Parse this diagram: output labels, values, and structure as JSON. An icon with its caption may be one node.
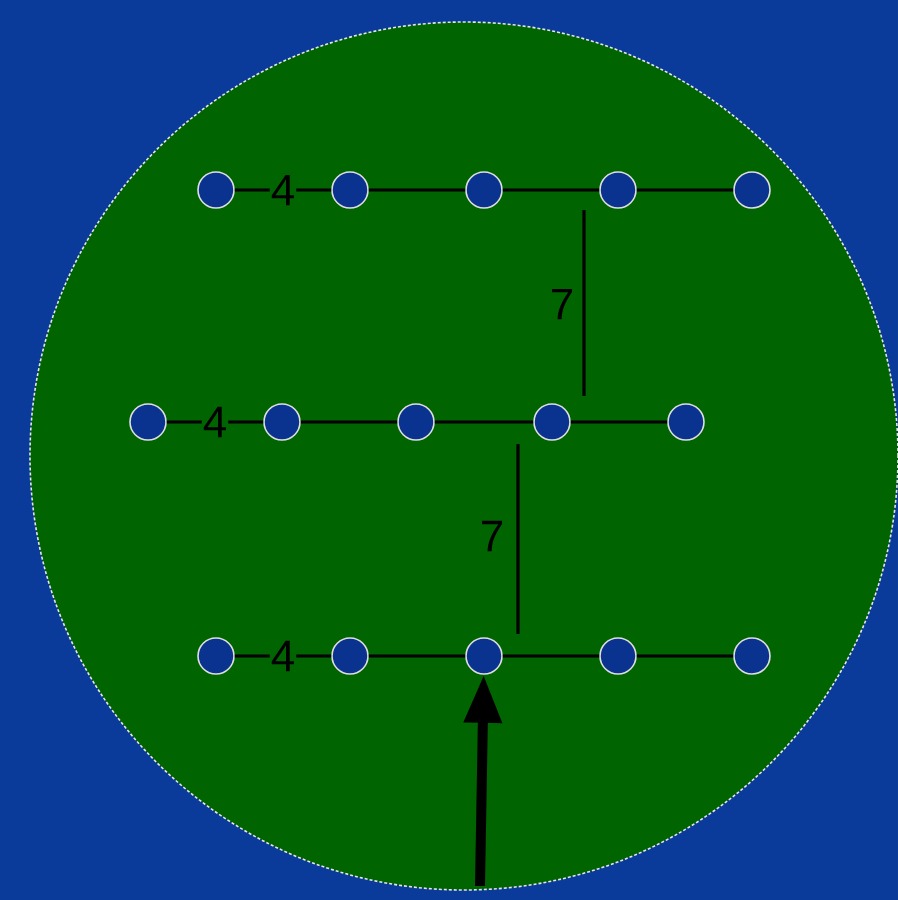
{
  "diagram": {
    "nodes": [
      {
        "text": [],
        "shape": "circle"
      },
      {
        "text": [],
        "shape": "circle"
      },
      {
        "text": [],
        "shape": "circle"
      },
      {
        "text": [],
        "shape": "circle"
      },
      {
        "text": [],
        "shape": "circle"
      },
      {
        "text": [],
        "shape": "circle"
      },
      {
        "text": [],
        "shape": "circle"
      },
      {
        "text": [],
        "shape": "circle"
      },
      {
        "text": [],
        "shape": "circle"
      },
      {
        "text": [],
        "shape": "circle"
      },
      {
        "text": [],
        "shape": "circle"
      },
      {
        "text": [],
        "shape": "circle"
      },
      {
        "text": [],
        "shape": "circle"
      },
      {
        "text": [],
        "shape": "circle"
      },
      {
        "text": [],
        "shape": "circle"
      }
    ],
    "edges": [
      {
        "from": 0,
        "to": 1,
        "arrow": "none",
        "label": "4"
      },
      {
        "from": 1,
        "to": 2,
        "arrow": "none"
      },
      {
        "from": 2,
        "to": 3,
        "arrow": "none"
      },
      {
        "from": 3,
        "to": 4,
        "arrow": "none"
      },
      {
        "from": 5,
        "to": 6,
        "arrow": "none",
        "label": "4"
      },
      {
        "from": 6,
        "to": 7,
        "arrow": "none"
      },
      {
        "from": 7,
        "to": 8,
        "arrow": "none"
      },
      {
        "from": 8,
        "to": 9,
        "arrow": "none"
      },
      {
        "from": 10,
        "to": 11,
        "arrow": "none",
        "label": "4"
      },
      {
        "from": 11,
        "to": 12,
        "arrow": "none"
      },
      {
        "from": 12,
        "to": 13,
        "arrow": "none"
      },
      {
        "from": 13,
        "to": 14,
        "arrow": "none"
      },
      {
        "from": null,
        "to": 12,
        "arrow": "to",
        "style": "thick"
      }
    ],
    "labels": [
      "7",
      "7"
    ]
  }
}
